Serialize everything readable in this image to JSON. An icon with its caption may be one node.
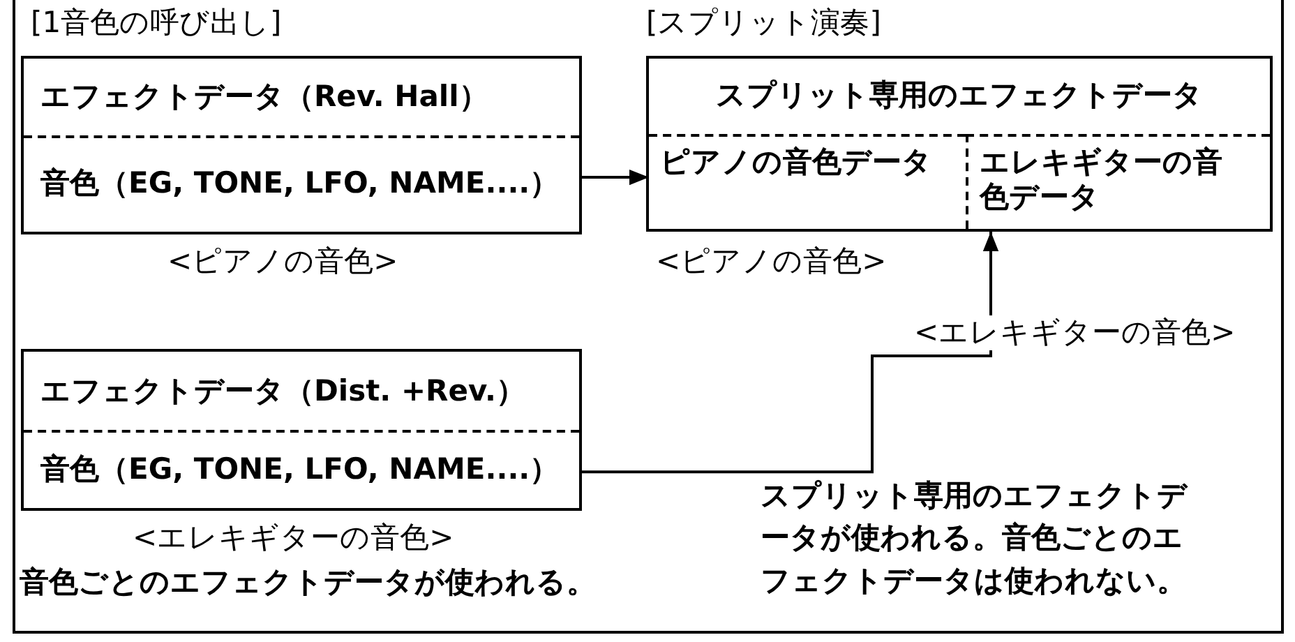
{
  "diagram": {
    "nodes": [
      {
        "text": [
          "エフェクトデータ（Rev.  Hall）",
          "音色（EG, TONE, LFO, NAME....）"
        ],
        "beside": [
          "<ピアノの音色>"
        ]
      },
      {
        "text": [
          "スプリット専用のエフェクトデータ"
        ]
      },
      {
        "text": [
          "ピアノの音色データ"
        ],
        "in": 1,
        "beside": [
          "<ピアノの音色>"
        ]
      },
      {
        "text": [
          "エレキギターの音色データ"
        ],
        "in": 1
      },
      {
        "text": [
          "エフェクトデータ（Dist.  +Rev.）",
          "音色（EG, TONE, LFO, NAME....）"
        ],
        "beside": [
          "<エレキギターの音色>"
        ]
      }
    ],
    "edges": [
      {
        "from": 0,
        "to": 2,
        "arrow": "to"
      },
      {
        "from": 4,
        "to": 3,
        "arrow": "to",
        "label": "<エレキギターの音色>"
      }
    ],
    "labels": [
      "[1音色の呼び出し]",
      "[スプリット演奏]",
      "音色ごとのエフェクトデータが使われる。",
      "スプリット専用のエフェクトデータが使われる。音色ごとのエフェクトデータは使われない。"
    ]
  }
}
